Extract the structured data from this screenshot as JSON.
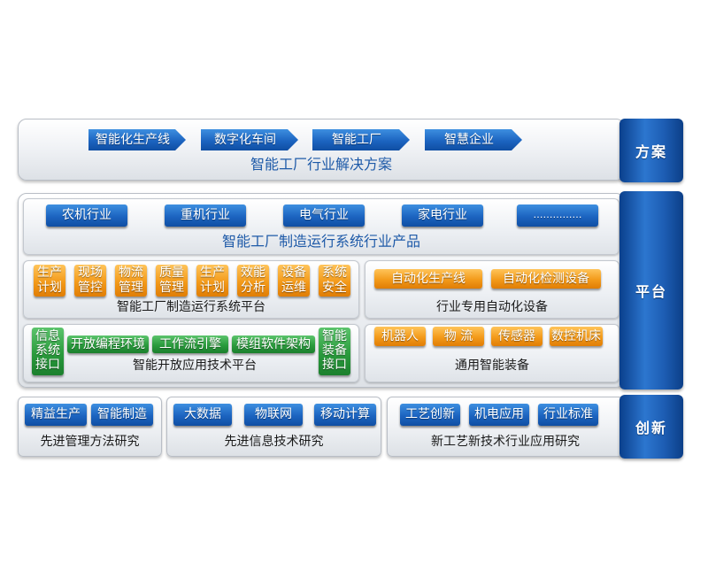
{
  "solution": {
    "steps": [
      "智能化生产线",
      "数字化车间",
      "智能工厂",
      "智慧企业"
    ],
    "title": "智能工厂行业解决方案",
    "tab": "方案"
  },
  "platform": {
    "tab": "平台",
    "industries": [
      "农机行业",
      "重机行业",
      "电气行业",
      "家电行业",
      "……………"
    ],
    "industries_title": "智能工厂制造运行系统行业产品",
    "mes_modules": [
      [
        "生产",
        "计划"
      ],
      [
        "现场",
        "管控"
      ],
      [
        "物流",
        "管理"
      ],
      [
        "质量",
        "管理"
      ],
      [
        "生产",
        "计划"
      ],
      [
        "效能",
        "分析"
      ],
      [
        "设备",
        "运维"
      ],
      [
        "系统",
        "安全"
      ]
    ],
    "mes_title": "智能工厂制造运行系统平台",
    "automation": {
      "items": [
        "自动化生产线",
        "自动化检测设备"
      ],
      "title": "行业专用自动化设备"
    },
    "open_platform": {
      "left_interface": [
        "信息",
        "系统",
        "接口"
      ],
      "tools": [
        "开放编程环境",
        "工作流引擎",
        "模组软件架构"
      ],
      "right_interface": [
        "智能",
        "装备",
        "接口"
      ],
      "title": "智能开放应用技术平台"
    },
    "equipment": {
      "items": [
        "机器人",
        "物 流",
        "传感器",
        "数控机床"
      ],
      "title": "通用智能装备"
    }
  },
  "innovation": {
    "tab": "创新",
    "management": {
      "items": [
        "精益生产",
        "智能制造"
      ],
      "title": "先进管理方法研究"
    },
    "info_tech": {
      "items": [
        "大数据",
        "物联网",
        "移动计算"
      ],
      "title": "先进信息技术研究"
    },
    "new_tech": {
      "items": [
        "工艺创新",
        "机电应用",
        "行业标准"
      ],
      "title": "新工艺新技术行业应用研究"
    }
  },
  "colors": {
    "blue": "#1c64c0",
    "orange": "#f39a1a",
    "green": "#2a9b3d",
    "title_blue": "#1e5aa8",
    "tab_blue": "#1d5db3"
  }
}
